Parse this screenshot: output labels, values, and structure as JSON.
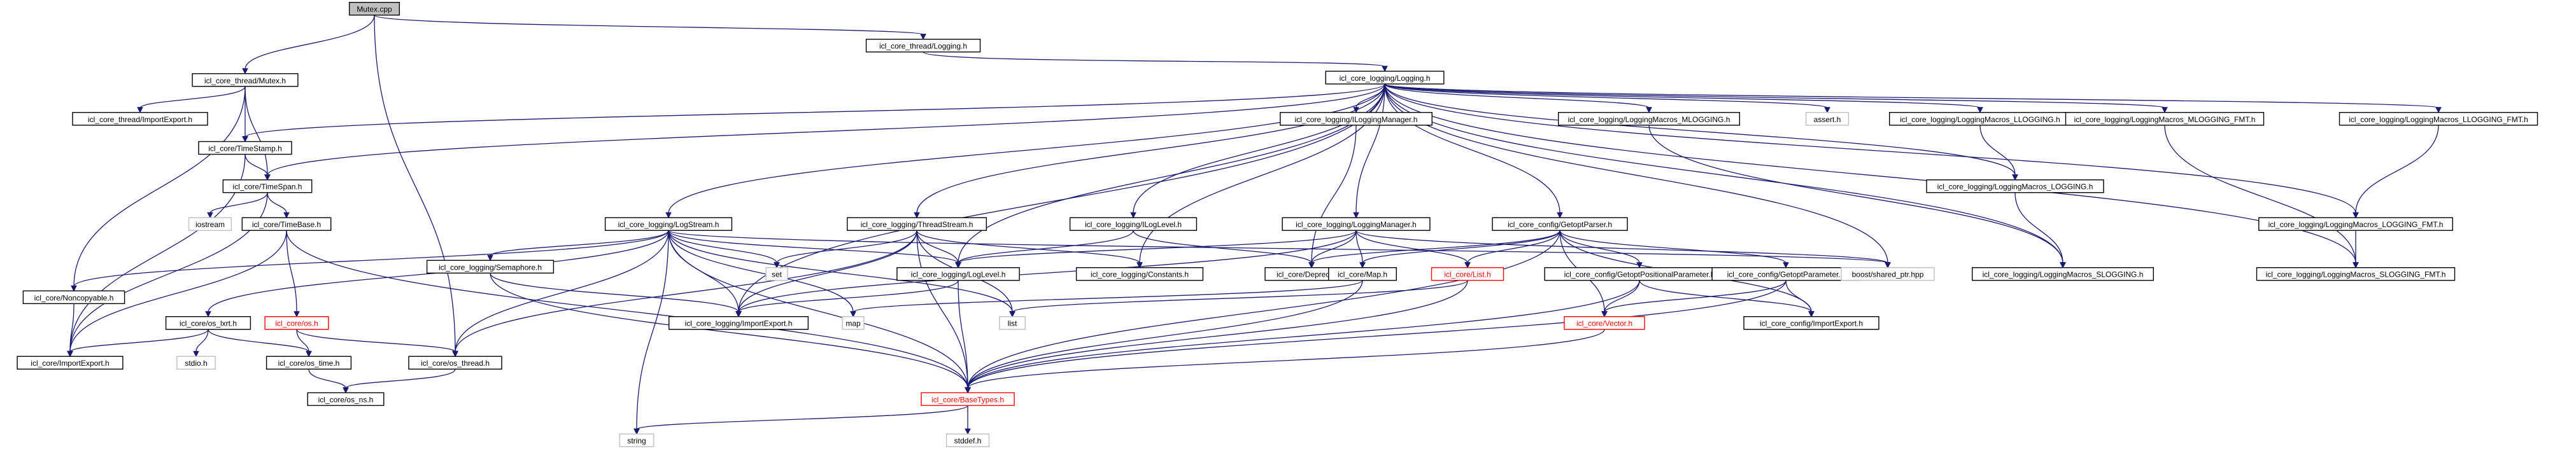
{
  "colors": {
    "edge": "#191970",
    "root_fill": "#bfbfbf",
    "box_border": "#000000",
    "external_border": "#bfbfbf",
    "truncated_border": "#ff0000",
    "truncated_text": "#ff0000"
  },
  "nodes": [
    {
      "id": "mutex_cpp",
      "label": "Mutex.cpp",
      "kind": "root"
    },
    {
      "id": "thread_mutex_h",
      "label": "icl_core_thread/Mutex.h",
      "kind": "normal"
    },
    {
      "id": "thread_logging_h",
      "label": "icl_core_thread/Logging.h",
      "kind": "normal"
    },
    {
      "id": "thread_importexport_h",
      "label": "icl_core_thread/ImportExport.h",
      "kind": "normal"
    },
    {
      "id": "timestamp_h",
      "label": "icl_core/TimeStamp.h",
      "kind": "normal"
    },
    {
      "id": "timespan_h",
      "label": "icl_core/TimeSpan.h",
      "kind": "normal"
    },
    {
      "id": "timebase_h",
      "label": "icl_core/TimeBase.h",
      "kind": "normal"
    },
    {
      "id": "iostream",
      "label": "iostream",
      "kind": "external"
    },
    {
      "id": "noncopyable_h",
      "label": "icl_core/Noncopyable.h",
      "kind": "normal"
    },
    {
      "id": "core_importexport_h",
      "label": "icl_core/ImportExport.h",
      "kind": "normal"
    },
    {
      "id": "os_lxrt_h",
      "label": "icl_core/os_lxrt.h",
      "kind": "normal"
    },
    {
      "id": "os_h",
      "label": "icl_core/os.h",
      "kind": "truncated"
    },
    {
      "id": "stdio_h",
      "label": "stdio.h",
      "kind": "external"
    },
    {
      "id": "os_time_h",
      "label": "icl_core/os_time.h",
      "kind": "normal"
    },
    {
      "id": "os_ns_h",
      "label": "icl_core/os_ns.h",
      "kind": "normal"
    },
    {
      "id": "os_thread_h",
      "label": "icl_core/os_thread.h",
      "kind": "normal"
    },
    {
      "id": "logging_logging_h",
      "label": "icl_core_logging/Logging.h",
      "kind": "normal"
    },
    {
      "id": "logstream_h",
      "label": "icl_core_logging/LogStream.h",
      "kind": "normal"
    },
    {
      "id": "semaphore_h",
      "label": "icl_core_logging/Semaphore.h",
      "kind": "normal"
    },
    {
      "id": "threadstream_h",
      "label": "icl_core_logging/ThreadStream.h",
      "kind": "normal"
    },
    {
      "id": "set",
      "label": "set",
      "kind": "external"
    },
    {
      "id": "ilogleve_h",
      "label": "icl_core_logging/ILogLevel.h",
      "kind": "normal"
    },
    {
      "id": "iloggingmanager_h",
      "label": "icl_core_logging/ILoggingManager.h",
      "kind": "normal"
    },
    {
      "id": "loggingmanager_h",
      "label": "icl_core_logging/LoggingManager.h",
      "kind": "normal"
    },
    {
      "id": "loglevel_h",
      "label": "icl_core_logging/LogLevel.h",
      "kind": "normal"
    },
    {
      "id": "constants_h",
      "label": "icl_core_logging/Constants.h",
      "kind": "normal"
    },
    {
      "id": "deprecate_h",
      "label": "icl_core/Deprecate.h",
      "kind": "normal"
    },
    {
      "id": "logging_importexport_h",
      "label": "icl_core_logging/ImportExport.h",
      "kind": "normal"
    },
    {
      "id": "map",
      "label": "map",
      "kind": "external"
    },
    {
      "id": "list",
      "label": "list",
      "kind": "external"
    },
    {
      "id": "core_map_h",
      "label": "icl_core/Map.h",
      "kind": "normal"
    },
    {
      "id": "core_list_h",
      "label": "icl_core/List.h",
      "kind": "truncated"
    },
    {
      "id": "getoptparser_h",
      "label": "icl_core_config/GetoptParser.h",
      "kind": "normal"
    },
    {
      "id": "getoptpositional_h",
      "label": "icl_core_config/GetoptPositionalParameter.h",
      "kind": "normal"
    },
    {
      "id": "getoptparameter_h",
      "label": "icl_core_config/GetoptParameter.h",
      "kind": "normal"
    },
    {
      "id": "core_vector_h",
      "label": "icl_core/Vector.h",
      "kind": "truncated"
    },
    {
      "id": "config_importexport_h",
      "label": "icl_core_config/ImportExport.h",
      "kind": "normal"
    },
    {
      "id": "basetypes_h",
      "label": "icl_core/BaseTypes.h",
      "kind": "truncated"
    },
    {
      "id": "string",
      "label": "string",
      "kind": "external"
    },
    {
      "id": "stddef_h",
      "label": "stddef.h",
      "kind": "external"
    },
    {
      "id": "boost_shared_ptr",
      "label": "boost/shared_ptr.hpp",
      "kind": "external"
    },
    {
      "id": "assert_h",
      "label": "assert.h",
      "kind": "external"
    },
    {
      "id": "macros_mlogging_h",
      "label": "icl_core_logging/LoggingMacros_MLOGGING.h",
      "kind": "normal"
    },
    {
      "id": "macros_llogging_h",
      "label": "icl_core_logging/LoggingMacros_LLOGGING.h",
      "kind": "normal"
    },
    {
      "id": "macros_logging_h",
      "label": "icl_core_logging/LoggingMacros_LOGGING.h",
      "kind": "normal"
    },
    {
      "id": "macros_slogging_h",
      "label": "icl_core_logging/LoggingMacros_SLOGGING.h",
      "kind": "normal"
    },
    {
      "id": "macros_mlogging_fmt_h",
      "label": "icl_core_logging/LoggingMacros_MLOGGING_FMT.h",
      "kind": "normal"
    },
    {
      "id": "macros_llogging_fmt_h",
      "label": "icl_core_logging/LoggingMacros_LLOGGING_FMT.h",
      "kind": "normal"
    },
    {
      "id": "macros_logging_fmt_h",
      "label": "icl_core_logging/LoggingMacros_LOGGING_FMT.h",
      "kind": "normal"
    },
    {
      "id": "macros_slogging_fmt_h",
      "label": "icl_core_logging/LoggingMacros_SLOGGING_FMT.h",
      "kind": "normal"
    }
  ],
  "edges": [
    [
      "mutex_cpp",
      "thread_mutex_h"
    ],
    [
      "mutex_cpp",
      "thread_logging_h"
    ],
    [
      "mutex_cpp",
      "os_thread_h"
    ],
    [
      "thread_mutex_h",
      "thread_importexport_h"
    ],
    [
      "thread_mutex_h",
      "timestamp_h"
    ],
    [
      "thread_mutex_h",
      "timespan_h"
    ],
    [
      "thread_mutex_h",
      "noncopyable_h"
    ],
    [
      "thread_logging_h",
      "logging_logging_h"
    ],
    [
      "timestamp_h",
      "timespan_h"
    ],
    [
      "timestamp_h",
      "core_importexport_h"
    ],
    [
      "timespan_h",
      "iostream"
    ],
    [
      "timespan_h",
      "timebase_h"
    ],
    [
      "timespan_h",
      "core_importexport_h"
    ],
    [
      "timebase_h",
      "core_importexport_h"
    ],
    [
      "timebase_h",
      "os_h"
    ],
    [
      "timebase_h",
      "basetypes_h"
    ],
    [
      "noncopyable_h",
      "core_importexport_h"
    ],
    [
      "os_lxrt_h",
      "core_importexport_h"
    ],
    [
      "os_lxrt_h",
      "stdio_h"
    ],
    [
      "os_lxrt_h",
      "os_time_h"
    ],
    [
      "os_h",
      "os_time_h"
    ],
    [
      "os_h",
      "os_thread_h"
    ],
    [
      "os_time_h",
      "os_ns_h"
    ],
    [
      "os_thread_h",
      "os_ns_h"
    ],
    [
      "logging_logging_h",
      "timestamp_h"
    ],
    [
      "logging_logging_h",
      "timespan_h"
    ],
    [
      "logging_logging_h",
      "logstream_h"
    ],
    [
      "logging_logging_h",
      "threadstream_h"
    ],
    [
      "logging_logging_h",
      "ilogleve_h"
    ],
    [
      "logging_logging_h",
      "iloggingmanager_h"
    ],
    [
      "logging_logging_h",
      "loggingmanager_h"
    ],
    [
      "logging_logging_h",
      "loglevel_h"
    ],
    [
      "logging_logging_h",
      "constants_h"
    ],
    [
      "logging_logging_h",
      "logging_importexport_h"
    ],
    [
      "logging_logging_h",
      "getoptparser_h"
    ],
    [
      "logging_logging_h",
      "boost_shared_ptr"
    ],
    [
      "logging_logging_h",
      "assert_h"
    ],
    [
      "logging_logging_h",
      "macros_mlogging_h"
    ],
    [
      "logging_logging_h",
      "macros_llogging_h"
    ],
    [
      "logging_logging_h",
      "macros_logging_h"
    ],
    [
      "logging_logging_h",
      "macros_slogging_h"
    ],
    [
      "logging_logging_h",
      "macros_mlogging_fmt_h"
    ],
    [
      "logging_logging_h",
      "macros_llogging_fmt_h"
    ],
    [
      "logging_logging_h",
      "macros_logging_fmt_h"
    ],
    [
      "logging_logging_h",
      "macros_slogging_fmt_h"
    ],
    [
      "logstream_h",
      "noncopyable_h"
    ],
    [
      "logstream_h",
      "os_lxrt_h"
    ],
    [
      "logstream_h",
      "semaphore_h"
    ],
    [
      "logstream_h",
      "os_thread_h"
    ],
    [
      "logstream_h",
      "set"
    ],
    [
      "logstream_h",
      "loglevel_h"
    ],
    [
      "logstream_h",
      "logging_importexport_h"
    ],
    [
      "logstream_h",
      "map"
    ],
    [
      "logstream_h",
      "list"
    ],
    [
      "logstream_h",
      "basetypes_h"
    ],
    [
      "logstream_h",
      "string"
    ],
    [
      "logstream_h",
      "boost_shared_ptr"
    ],
    [
      "semaphore_h",
      "logging_importexport_h"
    ],
    [
      "semaphore_h",
      "basetypes_h"
    ],
    [
      "threadstream_h",
      "set"
    ],
    [
      "threadstream_h",
      "loglevel_h"
    ],
    [
      "threadstream_h",
      "constants_h"
    ],
    [
      "threadstream_h",
      "logging_importexport_h"
    ],
    [
      "threadstream_h",
      "list"
    ],
    [
      "threadstream_h",
      "basetypes_h"
    ],
    [
      "threadstream_h",
      "os_thread_h"
    ],
    [
      "ilogleve_h",
      "loglevel_h"
    ],
    [
      "ilogleve_h",
      "deprecate_h"
    ],
    [
      "iloggingmanager_h",
      "deprecate_h"
    ],
    [
      "loggingmanager_h",
      "loglevel_h"
    ],
    [
      "loggingmanager_h",
      "deprecate_h"
    ],
    [
      "loggingmanager_h",
      "core_map_h"
    ],
    [
      "loggingmanager_h",
      "core_list_h"
    ],
    [
      "loggingmanager_h",
      "logging_importexport_h"
    ],
    [
      "loggingmanager_h",
      "boost_shared_ptr"
    ],
    [
      "loglevel_h",
      "logging_importexport_h"
    ],
    [
      "loglevel_h",
      "basetypes_h"
    ],
    [
      "core_map_h",
      "map"
    ],
    [
      "core_map_h",
      "basetypes_h"
    ],
    [
      "core_list_h",
      "list"
    ],
    [
      "core_list_h",
      "basetypes_h"
    ],
    [
      "getoptparser_h",
      "deprecate_h"
    ],
    [
      "getoptparser_h",
      "core_map_h"
    ],
    [
      "getoptparser_h",
      "core_list_h"
    ],
    [
      "getoptparser_h",
      "getoptpositional_h"
    ],
    [
      "getoptparser_h",
      "getoptparameter_h"
    ],
    [
      "getoptparser_h",
      "core_vector_h"
    ],
    [
      "getoptparser_h",
      "config_importexport_h"
    ],
    [
      "getoptparser_h",
      "basetypes_h"
    ],
    [
      "getoptpositional_h",
      "core_vector_h"
    ],
    [
      "getoptpositional_h",
      "config_importexport_h"
    ],
    [
      "getoptpositional_h",
      "basetypes_h"
    ],
    [
      "getoptparameter_h",
      "core_vector_h"
    ],
    [
      "getoptparameter_h",
      "config_importexport_h"
    ],
    [
      "getoptparameter_h",
      "basetypes_h"
    ],
    [
      "core_vector_h",
      "basetypes_h"
    ],
    [
      "basetypes_h",
      "string"
    ],
    [
      "basetypes_h",
      "stddef_h"
    ],
    [
      "macros_llogging_h",
      "macros_logging_h"
    ],
    [
      "macros_logging_h",
      "macros_slogging_h"
    ],
    [
      "macros_mlogging_h",
      "macros_slogging_h"
    ],
    [
      "macros_mlogging_fmt_h",
      "macros_slogging_fmt_h"
    ],
    [
      "macros_llogging_fmt_h",
      "macros_logging_fmt_h"
    ],
    [
      "macros_logging_fmt_h",
      "macros_slogging_fmt_h"
    ]
  ]
}
